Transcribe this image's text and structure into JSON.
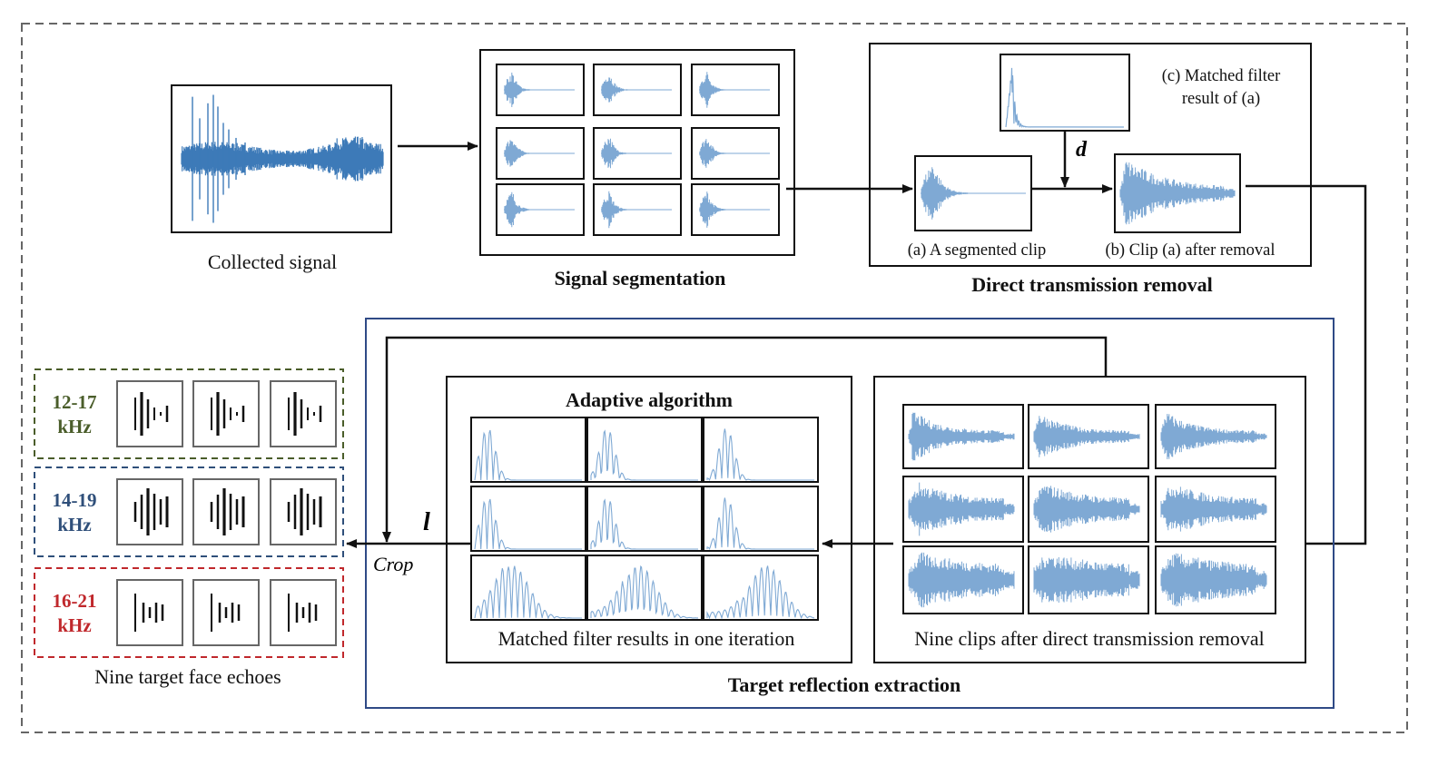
{
  "colors": {
    "waveform": "#3d7ab8",
    "waveform_light": "#7fa9d4",
    "outer_border": "#666666",
    "extraction_border": "#2f4a86",
    "band_green": "#4a5d2a",
    "band_blue": "#2f4f7a",
    "band_red": "#c0282c",
    "echo_bar": "#111111"
  },
  "labels": {
    "collected_signal": "Collected signal",
    "signal_segmentation": "Signal segmentation",
    "direct_transmission_removal": "Direct transmission removal",
    "matched_filter_line1": "(c) Matched filter",
    "matched_filter_line2": "result of (a)",
    "segmented_clip": "(a) A segmented clip",
    "clip_after_removal": "(b) Clip (a) after removal",
    "delay_symbol": "d",
    "adaptive_algorithm": "Adaptive algorithm",
    "matched_filter_results": "Matched filter results in one iteration",
    "nine_clips": "Nine clips after direct transmission removal",
    "target_reflection_extraction": "Target reflection extraction",
    "length_symbol": "l",
    "crop": "Crop",
    "nine_echoes": "Nine target face echoes"
  },
  "bands": [
    {
      "line1": "12-17",
      "line2": "kHz",
      "color_key": "band_green"
    },
    {
      "line1": "14-19",
      "line2": "kHz",
      "color_key": "band_blue"
    },
    {
      "line1": "16-21",
      "line2": "kHz",
      "color_key": "band_red"
    }
  ],
  "icons": {
    "waveform": "waveform-plot-icon",
    "matched_filter": "matched-filter-plot-icon",
    "echo": "echo-bars-icon",
    "arrow": "arrow-icon"
  }
}
